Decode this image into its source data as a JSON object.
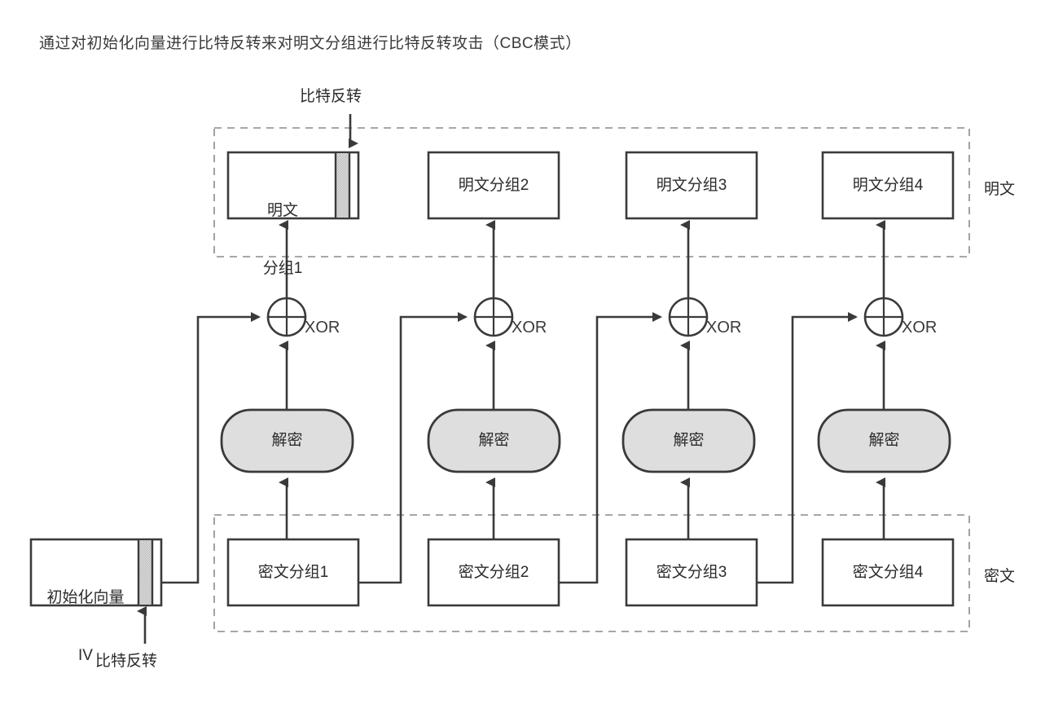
{
  "title": "通过对初始化向量进行比特反转来对明文分组进行比特反转攻击（CBC模式）",
  "colors": {
    "stroke": "#3a3a3a",
    "text": "#2b2b2b",
    "fill_white": "#ffffff",
    "fill_gray": "#d8d8d8",
    "dashed": "#8a8a8a",
    "background": "#ffffff"
  },
  "regions": {
    "plaintext": {
      "label": "明文"
    },
    "ciphertext": {
      "label": "密文"
    }
  },
  "annotations": {
    "top_flip": "比特反转",
    "bottom_flip": "比特反转"
  },
  "iv": {
    "line1": "初始化向量",
    "line2": "IV",
    "has_flip_band": true
  },
  "plaintext_blocks": [
    {
      "line1": "明文",
      "line2": "分组1",
      "has_flip_band": true
    },
    {
      "line1": "明文分组2",
      "line2": "",
      "has_flip_band": false
    },
    {
      "line1": "明文分组3",
      "line2": "",
      "has_flip_band": false
    },
    {
      "line1": "明文分组4",
      "line2": "",
      "has_flip_band": false
    }
  ],
  "ciphertext_blocks": [
    {
      "label": "密文分组1"
    },
    {
      "label": "密文分组2"
    },
    {
      "label": "密文分组3"
    },
    {
      "label": "密文分组4"
    }
  ],
  "decrypt_blocks": [
    {
      "label": "解密"
    },
    {
      "label": "解密"
    },
    {
      "label": "解密"
    },
    {
      "label": "解密"
    }
  ],
  "xor_nodes": [
    {
      "label": "XOR"
    },
    {
      "label": "XOR"
    },
    {
      "label": "XOR"
    },
    {
      "label": "XOR"
    }
  ]
}
